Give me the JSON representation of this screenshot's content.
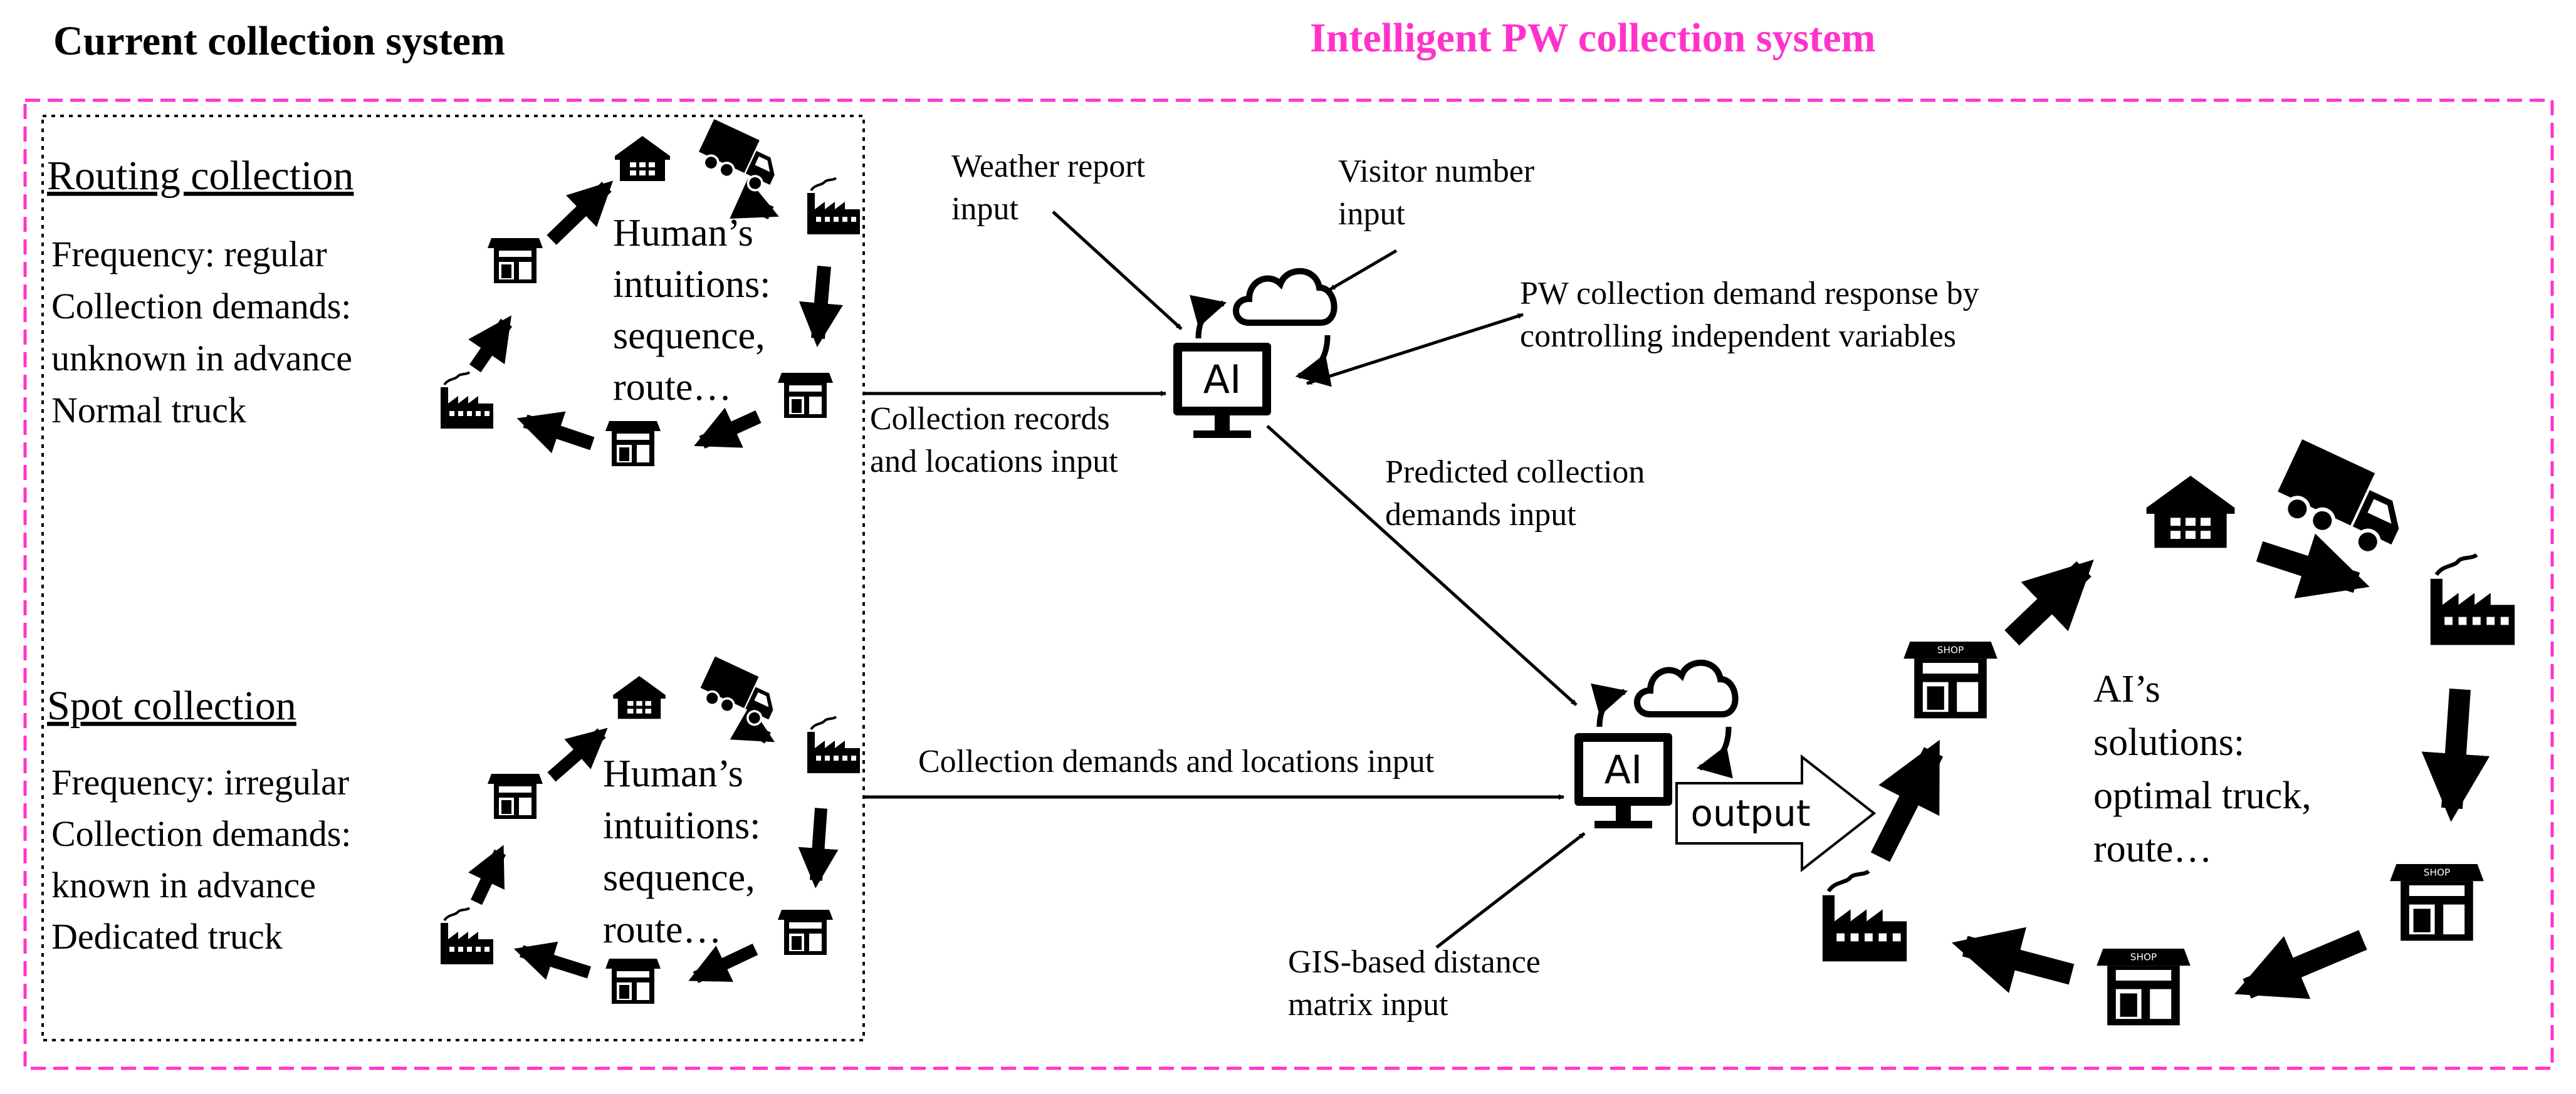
{
  "titles": {
    "current": "Current collection system",
    "intelligent": "Intelligent PW collection system"
  },
  "colors": {
    "intelligent_accent": "#ff33cc",
    "ink": "#000000",
    "background": "#ffffff"
  },
  "routing": {
    "heading": "Routing collection",
    "lines": [
      "Frequency: regular",
      "Collection demands:",
      "unknown in advance",
      "Normal truck"
    ],
    "human": [
      "Human’s",
      "intuitions:",
      "sequence,",
      "route…"
    ]
  },
  "spot": {
    "heading": "Spot collection",
    "lines": [
      "Frequency: irregular",
      "Collection demands:",
      "known in advance",
      "Dedicated truck"
    ],
    "human": [
      "Human’s",
      "intuitions:",
      "sequence,",
      "route…"
    ]
  },
  "inputs": {
    "weather": [
      "Weather report",
      "input"
    ],
    "visitor": [
      "Visitor number",
      "input"
    ],
    "response": [
      "PW collection demand response by",
      "controlling independent variables"
    ],
    "records": [
      "Collection records",
      "and locations input"
    ],
    "predicted": [
      "Predicted collection",
      "demands input"
    ],
    "demands": "Collection demands and locations input",
    "gis": [
      "GIS-based distance",
      "matrix input"
    ]
  },
  "ai": {
    "label": "AI",
    "output": "output",
    "solutions": [
      "AI’s",
      "solutions:",
      "optimal truck,",
      "route…"
    ]
  },
  "icons": [
    "warehouse-icon",
    "truck-icon",
    "factory-icon",
    "shop-icon",
    "cloud-icon",
    "ai-monitor-icon",
    "cycle-arrows-icon"
  ],
  "icon_text": {
    "shop": "SHOP"
  }
}
